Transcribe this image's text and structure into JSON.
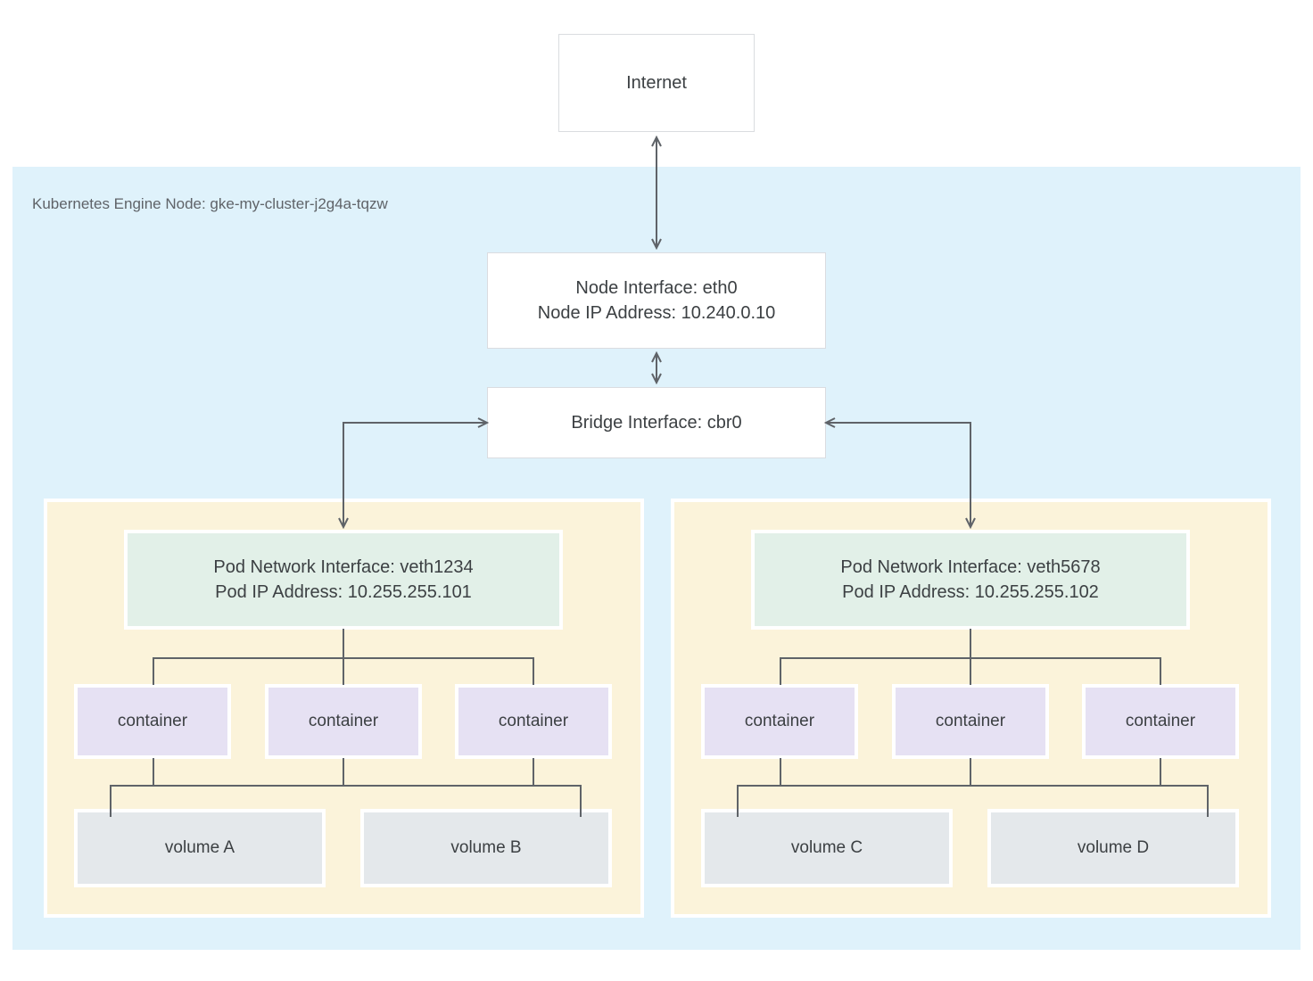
{
  "diagram": {
    "internet_label": "Internet",
    "node": {
      "label": "Kubernetes Engine Node: gke-my-cluster-j2g4a-tqzw",
      "interface_line1": "Node Interface: eth0",
      "interface_line2": "Node IP Address: 10.240.0.10",
      "bridge_label": "Bridge Interface: cbr0"
    },
    "pods": [
      {
        "interface_line1": "Pod Network Interface: veth1234",
        "interface_line2": "Pod IP Address: 10.255.255.101",
        "containers": [
          "container",
          "container",
          "container"
        ],
        "volumes": [
          "volume A",
          "volume B"
        ]
      },
      {
        "interface_line1": "Pod Network Interface: veth5678",
        "interface_line2": "Pod IP Address: 10.255.255.102",
        "containers": [
          "container",
          "container",
          "container"
        ],
        "volumes": [
          "volume C",
          "volume D"
        ]
      }
    ],
    "colors": {
      "node_bg": "#DFF2FB",
      "pod_bg": "#FBF3DA",
      "pod_interface_bg": "#E2F0E8",
      "container_bg": "#E6E1F3",
      "volume_bg": "#E4E8EB",
      "line": "#5F6368",
      "text": "#3C4043",
      "label": "#5F6368",
      "box_border": "#DADCE0"
    }
  }
}
